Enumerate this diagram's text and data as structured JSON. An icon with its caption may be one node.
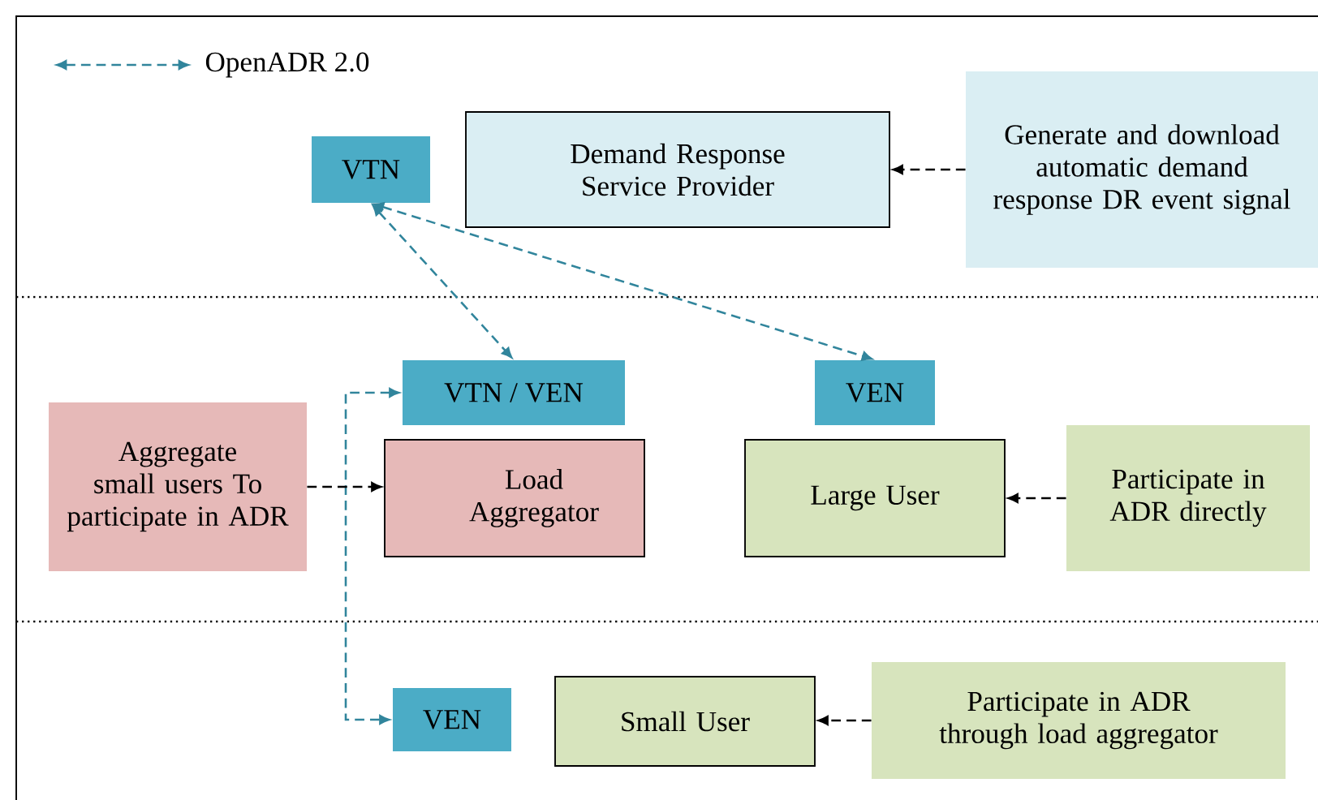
{
  "diagram": {
    "nodes": [
      {
        "text": [
          "VTN"
        ]
      },
      {
        "text": [
          "Demand Response Service Provider"
        ]
      },
      {
        "text": [
          "Generate and download automatic demand response DR event signal"
        ]
      },
      {
        "text": [
          "VTN / VEN"
        ]
      },
      {
        "text": [
          "VEN"
        ]
      },
      {
        "text": [
          "Aggregate small users To participate in ADR"
        ]
      },
      {
        "text": [
          "Load Aggregator"
        ]
      },
      {
        "text": [
          "Large User"
        ]
      },
      {
        "text": [
          "Participate in ADR directly"
        ]
      },
      {
        "text": [
          "VEN"
        ]
      },
      {
        "text": [
          "Small User"
        ]
      },
      {
        "text": [
          "Participate in ADR through load aggregator"
        ]
      }
    ],
    "edges": [
      {
        "from": 2,
        "to": 1,
        "arrow": "to",
        "style": "dashed"
      },
      {
        "from": 0,
        "to": 3,
        "arrow": "both",
        "style": "dashed",
        "color": "#31859c"
      },
      {
        "from": 0,
        "to": 4,
        "arrow": "both",
        "style": "dashed",
        "color": "#31859c"
      },
      {
        "from": 3,
        "to": 9,
        "arrow": "both",
        "style": "dashed",
        "color": "#31859c"
      },
      {
        "from": 5,
        "to": 6,
        "arrow": "to",
        "style": "dashed"
      },
      {
        "from": 8,
        "to": 7,
        "arrow": "to",
        "style": "dashed"
      },
      {
        "from": 11,
        "to": 10,
        "arrow": "to",
        "style": "dashed"
      }
    ],
    "legend": [
      {
        "text": "OpenADR 2.0"
      }
    ]
  }
}
